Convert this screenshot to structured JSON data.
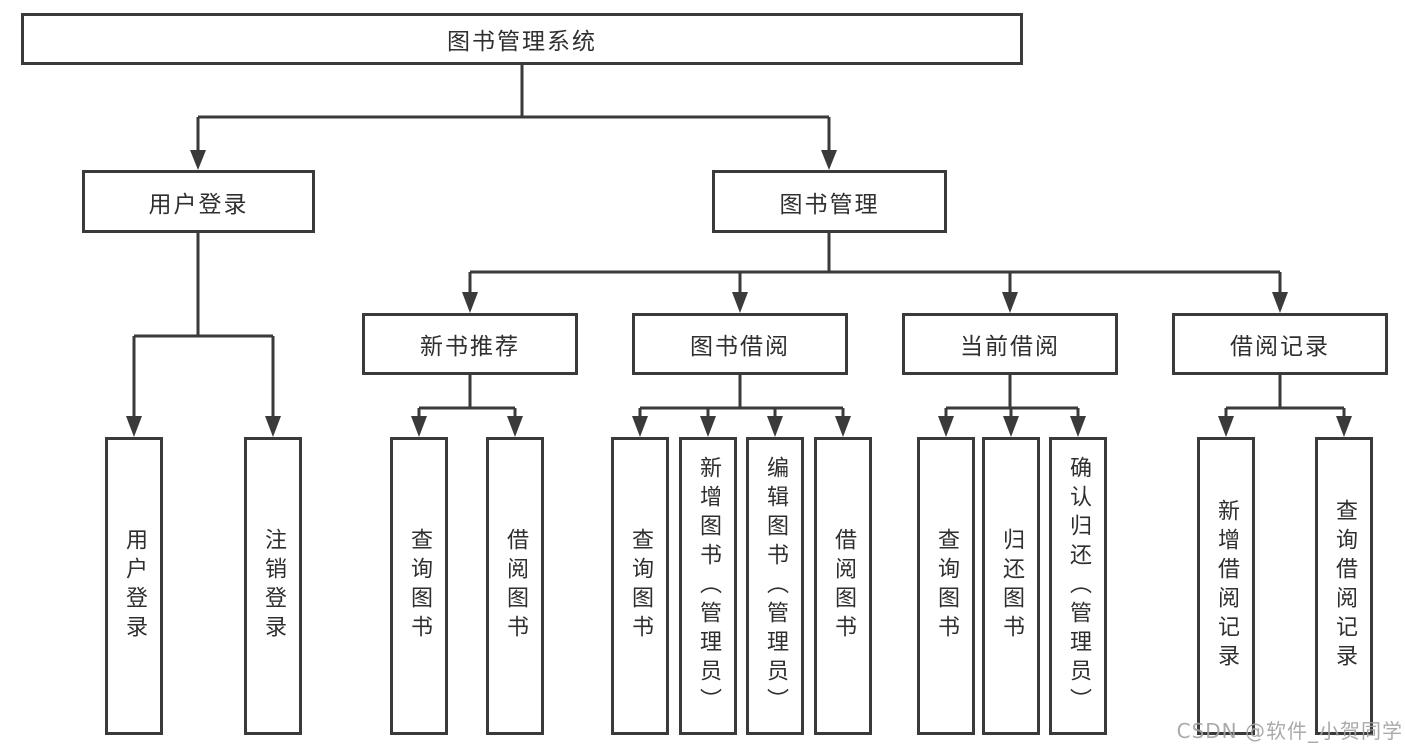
{
  "diagram": {
    "root": "图书管理系统",
    "branches": {
      "user_login": "用户登录",
      "book_management": "图书管理"
    },
    "modules": {
      "new_book_recommend": "新书推荐",
      "book_borrowing": "图书借阅",
      "current_borrowing": "当前借阅",
      "borrow_records": "借阅记录"
    },
    "leaves": {
      "user_login": "用户登录",
      "logout": "注销登录",
      "nb_query_books": "查询图书",
      "nb_borrow_books": "借阅图书",
      "bb_query_books": "查询图书",
      "bb_add_books": "新增图书（管理员）",
      "bb_edit_books": "编辑图书（管理员）",
      "bb_borrow_books": "借阅图书",
      "cb_query_books": "查询图书",
      "cb_return_books": "归还图书",
      "cb_confirm_return": "确认归还（管理员）",
      "br_add_record": "新增借阅记录",
      "br_query_record": "查询借阅记录"
    }
  },
  "watermark": {
    "text": "CSDN @软件_小贺同学"
  },
  "colors": {
    "line": "#3a3a3a",
    "text": "#2f2f2f",
    "watermark": "#a3a3a3",
    "background": "#ffffff"
  }
}
